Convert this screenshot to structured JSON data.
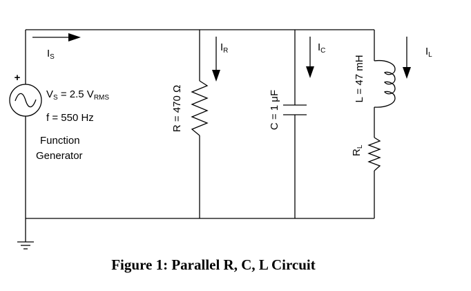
{
  "source": {
    "polarity": "+",
    "voltage_symbol": "V",
    "voltage_sub": "S",
    "voltage_value": " = 2.5 V",
    "voltage_unit_sub": "RMS",
    "frequency": "f = 550 Hz",
    "name_line1": "Function",
    "name_line2": "Generator"
  },
  "currents": {
    "source": {
      "symbol": "I",
      "sub": "S"
    },
    "resistor": {
      "symbol": "I",
      "sub": "R"
    },
    "capacitor": {
      "symbol": "I",
      "sub": "C"
    },
    "inductor": {
      "symbol": "I",
      "sub": "L"
    }
  },
  "components": {
    "resistor": "R = 470 Ω",
    "capacitor": "C = 1 μF",
    "inductor": "L = 47 mH",
    "inductor_resistance": {
      "symbol": "R",
      "sub": "L"
    }
  },
  "caption": "Figure 1: Parallel R, C, L Circuit"
}
